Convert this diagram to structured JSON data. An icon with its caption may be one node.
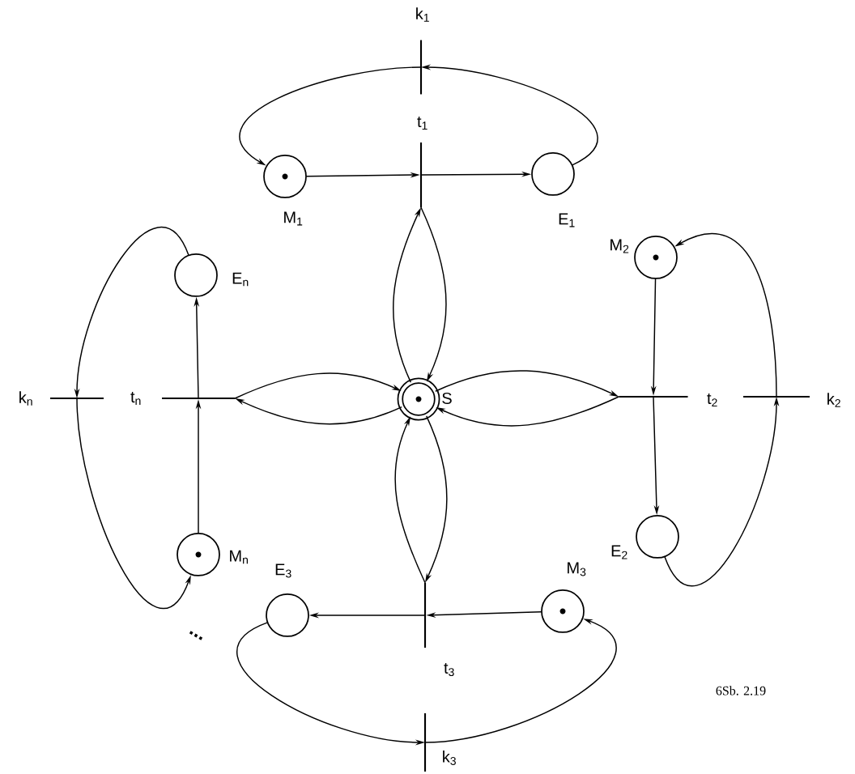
{
  "diagram": {
    "caption": "6Sb. 2.19",
    "nodes": [
      {
        "text": [],
        "shape": "circle",
        "beside": [
          "S"
        ]
      },
      {
        "text": [],
        "shape": "bar",
        "beside": [
          "t$_{1}$"
        ]
      },
      {
        "text": [],
        "shape": "bar",
        "beside": [
          "k$_{1}$"
        ]
      },
      {
        "text": [],
        "shape": "circle",
        "beside": [
          "M$_{1}$"
        ]
      },
      {
        "text": [],
        "shape": "circle",
        "beside": [
          "E$_{1}$"
        ]
      },
      {
        "text": [],
        "shape": "circle",
        "beside": [
          "M$_{2}$"
        ]
      },
      {
        "text": [],
        "shape": "circle",
        "beside": [
          "E$_{2}$"
        ]
      },
      {
        "text": [],
        "shape": "bar",
        "beside": [
          "t$_{2}$"
        ]
      },
      {
        "text": [],
        "shape": "bar",
        "beside": [
          "k$_{2}$"
        ]
      },
      {
        "text": [],
        "shape": "circle",
        "beside": [
          "E$_{3}$"
        ]
      },
      {
        "text": [],
        "shape": "circle",
        "beside": [
          "M$_{3}$"
        ]
      },
      {
        "text": [],
        "shape": "bar",
        "beside": [
          "t$_{3}$"
        ]
      },
      {
        "text": [],
        "shape": "bar",
        "beside": [
          "k$_{3}$"
        ]
      },
      {
        "text": [],
        "shape": "circle",
        "beside": [
          "E$_{n}$"
        ]
      },
      {
        "text": [],
        "shape": "bar",
        "beside": [
          "t$_{n}$"
        ]
      },
      {
        "text": [],
        "shape": "bar",
        "beside": [
          "k$_{n}$"
        ]
      },
      {
        "text": [],
        "shape": "circle",
        "beside": [
          "M$_{n}$"
        ]
      }
    ],
    "edges": [
      {
        "from": 3,
        "to": 1,
        "arrow": "to"
      },
      {
        "from": 1,
        "to": 4,
        "arrow": "to"
      },
      {
        "from": 4,
        "to": 2,
        "arrow": "to"
      },
      {
        "from": 2,
        "to": 3,
        "arrow": "to"
      },
      {
        "from": 0,
        "to": 1,
        "arrow": "to"
      },
      {
        "from": 1,
        "to": 0,
        "arrow": "to"
      },
      {
        "from": 5,
        "to": 7,
        "arrow": "to"
      },
      {
        "from": 7,
        "to": 6,
        "arrow": "to"
      },
      {
        "from": 6,
        "to": 8,
        "arrow": "to"
      },
      {
        "from": 8,
        "to": 5,
        "arrow": "to"
      },
      {
        "from": 0,
        "to": 7,
        "arrow": "to"
      },
      {
        "from": 7,
        "to": 0,
        "arrow": "to"
      },
      {
        "from": 10,
        "to": 11,
        "arrow": "to"
      },
      {
        "from": 11,
        "to": 9,
        "arrow": "to"
      },
      {
        "from": 9,
        "to": 12,
        "arrow": "to"
      },
      {
        "from": 12,
        "to": 10,
        "arrow": "to"
      },
      {
        "from": 0,
        "to": 11,
        "arrow": "to"
      },
      {
        "from": 11,
        "to": 0,
        "arrow": "to"
      },
      {
        "from": 16,
        "to": 14,
        "arrow": "to"
      },
      {
        "from": 14,
        "to": 13,
        "arrow": "to"
      },
      {
        "from": 13,
        "to": 15,
        "arrow": "to"
      },
      {
        "from": 15,
        "to": 16,
        "arrow": "to"
      },
      {
        "from": 14,
        "to": 0,
        "arrow": "to"
      },
      {
        "from": 0,
        "to": 14,
        "arrow": "to"
      }
    ],
    "labels": [
      "..."
    ]
  }
}
